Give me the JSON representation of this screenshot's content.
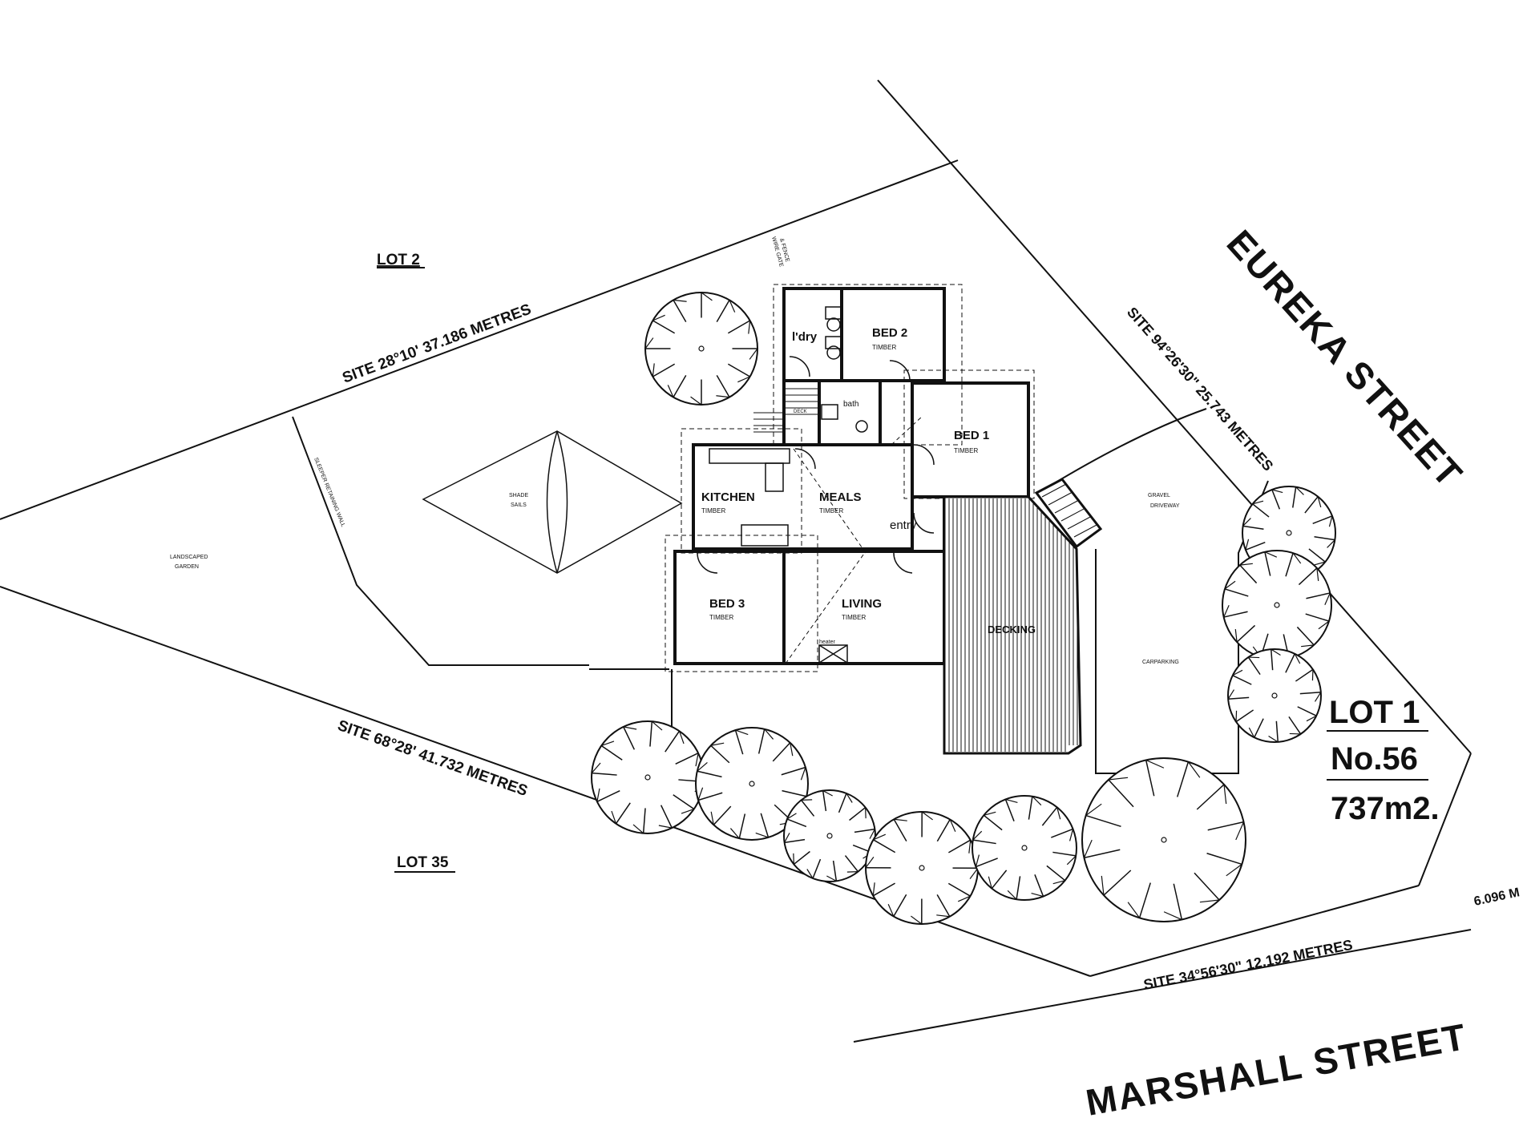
{
  "colors": {
    "ink": "#111111",
    "background": "#ffffff"
  },
  "lots": {
    "lot2": "LOT 2",
    "lot35": "LOT 35",
    "lot1": "LOT 1",
    "number": "No.56",
    "area": "737m2."
  },
  "streets": {
    "eureka": "EUREKA STREET",
    "marshall": "MARSHALL STREET"
  },
  "boundaries": {
    "north_west": "SITE 28°10'   37.186 METRES",
    "south_west": "SITE 68°28'   41.732 METRES",
    "north_east": "SITE 94°26'30\"   25.743 METRES",
    "south": "SITE 34°56'30\"   12.192 METRES",
    "corner": "6.096 M"
  },
  "rooms": {
    "laundry": "l'dry",
    "bed2": "BED 2",
    "bed2_floor": "TIMBER",
    "bed1": "BED 1",
    "bed1_floor": "TIMBER",
    "kitchen": "KITCHEN",
    "kitchen_floor": "TIMBER",
    "meals": "MEALS",
    "meals_floor": "TIMBER",
    "entry": "entry",
    "bed3": "BED 3",
    "bed3_floor": "TIMBER",
    "living": "LIVING",
    "living_floor": "TIMBER",
    "bath": "bath",
    "deck_small": "DECK",
    "heater": "heater"
  },
  "site_features": {
    "decking": "DECKING",
    "gravel_driveway_1": "GRAVEL",
    "gravel_driveway_2": "DRIVEWAY",
    "carparking": "CARPARKING",
    "shade_sails_1": "SHADE",
    "shade_sails_2": "SAILS",
    "landscaped_1": "LANDSCAPED",
    "landscaped_2": "GARDEN",
    "retaining_wall": "SLEEPER RETAINING WALL",
    "gate_fence_1": "WIRE GATE",
    "gate_fence_2": "& FENCE"
  }
}
